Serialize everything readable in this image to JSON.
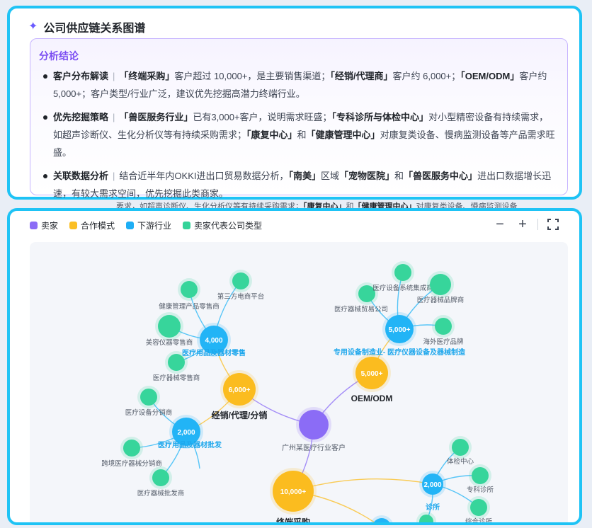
{
  "header": {
    "title": "公司供应链关系图谱"
  },
  "analysis": {
    "title": "分析结论",
    "items": [
      {
        "label": "客户分布解读",
        "parts": [
          {
            "t": "「终端采购」",
            "b": true
          },
          {
            "t": "客户超过 10,000+，是主要销售渠道；",
            "b": false
          },
          {
            "t": "「经销/代理商」",
            "b": true
          },
          {
            "t": "客户约 6,000+；",
            "b": false
          },
          {
            "t": "「OEM/ODM」",
            "b": true
          },
          {
            "t": "客户约 5,000+；客户类型/行业广泛，建议优先挖掘高潜力终端行业。",
            "b": false
          }
        ]
      },
      {
        "label": "优先挖掘策略",
        "parts": [
          {
            "t": "「兽医服务行业」",
            "b": true
          },
          {
            "t": "已有3,000+客户，说明需求旺盛；",
            "b": false
          },
          {
            "t": "「专科诊所与体检中心」",
            "b": true
          },
          {
            "t": "对小型精密设备有持续需求，如超声诊断仪、生化分析仪等有持续采购需求；",
            "b": false
          },
          {
            "t": "「康复中心」",
            "b": true
          },
          {
            "t": "和",
            "b": false
          },
          {
            "t": "「健康管理中心」",
            "b": true
          },
          {
            "t": "对康复类设备、慢病监测设备等产品需求旺盛。",
            "b": false
          }
        ]
      },
      {
        "label": "关联数据分析",
        "parts": [
          {
            "t": "结合近半年内OKKI进出口贸易数据分析，",
            "b": false
          },
          {
            "t": "「南美」",
            "b": true
          },
          {
            "t": "区域",
            "b": false
          },
          {
            "t": "「宠物医院」",
            "b": true
          },
          {
            "t": "和",
            "b": false
          },
          {
            "t": "「兽医服务中心」",
            "b": true
          },
          {
            "t": "进出口数据增长迅速，有较大需求空间，优先挖掘此类商家。",
            "b": false
          }
        ]
      }
    ]
  },
  "strip": {
    "parts": [
      {
        "t": "要求，如超声诊断仪、生化分析仪等有持续采购需求；",
        "b": false
      },
      {
        "t": "「康复中心」",
        "b": true
      },
      {
        "t": "和",
        "b": false
      },
      {
        "t": "「健康管理中心」",
        "b": true
      },
      {
        "t": "对康复类设备、慢病监测设备",
        "b": false
      }
    ]
  },
  "legend": [
    {
      "label": "卖家",
      "color": "#8b6cf6"
    },
    {
      "label": "合作模式",
      "color": "#fbbf24"
    },
    {
      "label": "下游行业",
      "color": "#1eaef5"
    },
    {
      "label": "卖家代表公司类型",
      "color": "#34d399"
    }
  ],
  "toolbar": {
    "zoom_out": "−",
    "zoom_in": "+"
  },
  "colors": {
    "seller": "#8b6cf6",
    "mode": "#fbbc1f",
    "industry": "#22b4f6",
    "company": "#37d59b",
    "industry_label": "#1ea7ec"
  },
  "graph": {
    "seller": {
      "label": "广州某医疗行业客户"
    },
    "modes": [
      {
        "id": "m1",
        "value": "6,000+",
        "label": "经销/代理/分销"
      },
      {
        "id": "m2",
        "value": "5,000+",
        "label": "OEM/ODM"
      },
      {
        "id": "m3",
        "value": "10,000+",
        "label": "终端采购"
      }
    ],
    "industries": [
      {
        "id": "i1",
        "value": "4,000",
        "label": "医疗用品及器材零售"
      },
      {
        "id": "i2",
        "value": "2,000",
        "label": "医疗用品及器材批发"
      },
      {
        "id": "i3",
        "value": "5,000+",
        "label": "专用设备制造业- 医疗仪器设备及器械制造"
      },
      {
        "id": "i4",
        "value": "2,000",
        "label": "诊所"
      }
    ],
    "companies": [
      {
        "id": "c1",
        "label": "健康管理产品零售商"
      },
      {
        "id": "c2",
        "label": "第三方电商平台"
      },
      {
        "id": "c3",
        "label": "美容仪器零售商"
      },
      {
        "id": "c4",
        "label": "医疗器械零售商"
      },
      {
        "id": "c5",
        "label": "医疗设备分销商"
      },
      {
        "id": "c6",
        "label": "跨境医疗器械分销商"
      },
      {
        "id": "c7",
        "label": "医疗器械批发商"
      },
      {
        "id": "c8",
        "label": "医疗器械贸易公司"
      },
      {
        "id": "c9",
        "label": "医疗设备系统集成商"
      },
      {
        "id": "c10",
        "label": "医疗器械品牌商"
      },
      {
        "id": "c11",
        "label": "海外医疗品牌"
      },
      {
        "id": "c12",
        "label": "体检中心"
      },
      {
        "id": "c13",
        "label": "专科诊所"
      },
      {
        "id": "c14",
        "label": "综合诊所"
      }
    ]
  }
}
